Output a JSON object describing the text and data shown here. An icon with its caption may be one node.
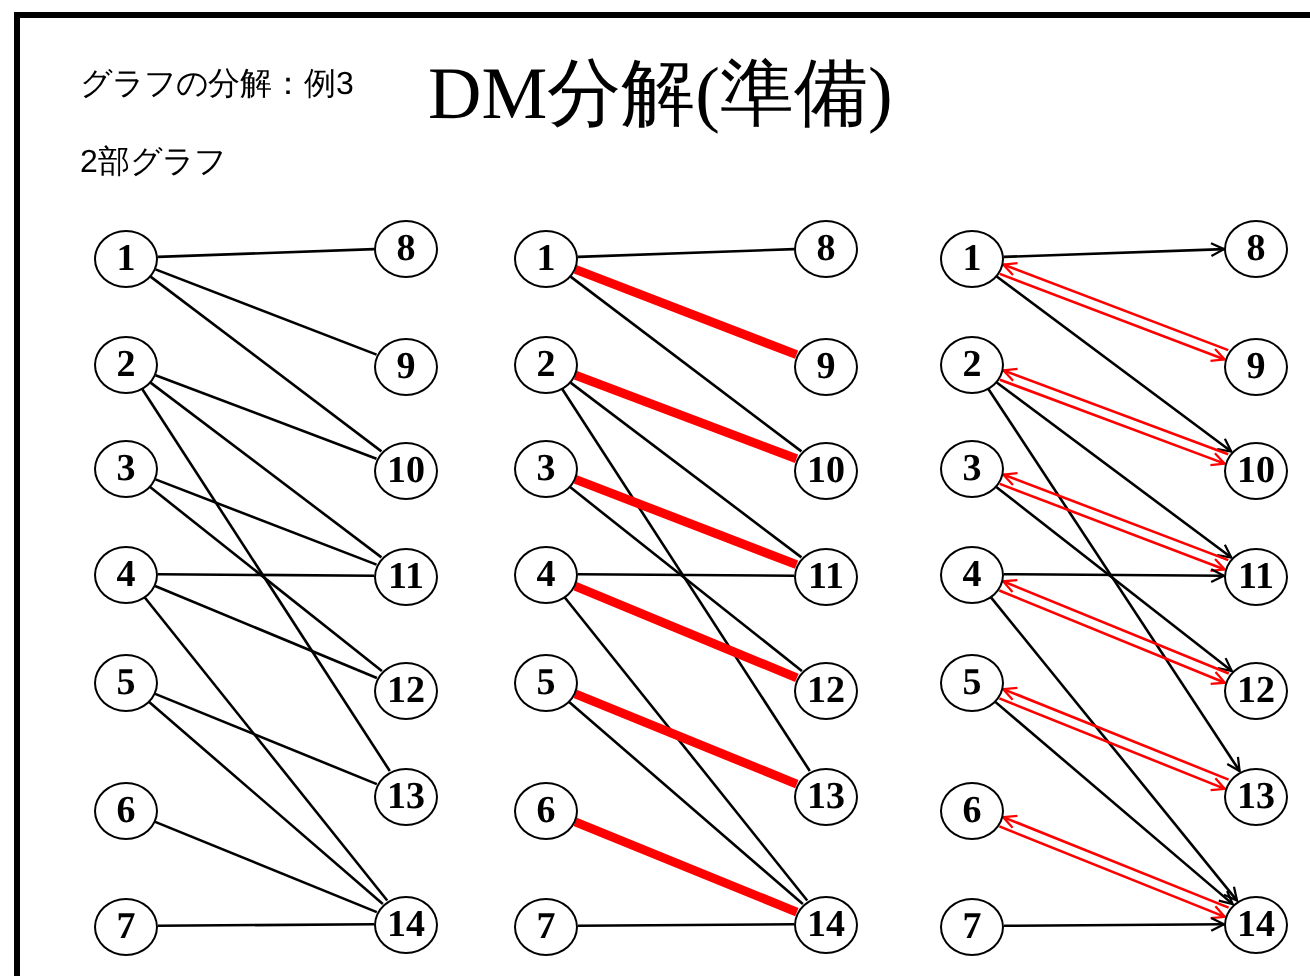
{
  "diagram": {
    "title": "DM分解(準備)",
    "nodes": [
      {
        "text": [
          "1"
        ]
      },
      {
        "text": [
          "2"
        ]
      },
      {
        "text": [
          "3"
        ]
      },
      {
        "text": [
          "4"
        ]
      },
      {
        "text": [
          "5"
        ]
      },
      {
        "text": [
          "6"
        ]
      },
      {
        "text": [
          "7"
        ]
      },
      {
        "text": [
          "8"
        ]
      },
      {
        "text": [
          "9"
        ]
      },
      {
        "text": [
          "10"
        ]
      },
      {
        "text": [
          "11"
        ]
      },
      {
        "text": [
          "12"
        ]
      },
      {
        "text": [
          "13"
        ]
      },
      {
        "text": [
          "14"
        ]
      },
      {
        "text": [
          "1"
        ]
      },
      {
        "text": [
          "2"
        ]
      },
      {
        "text": [
          "3"
        ]
      },
      {
        "text": [
          "4"
        ]
      },
      {
        "text": [
          "5"
        ]
      },
      {
        "text": [
          "6"
        ]
      },
      {
        "text": [
          "7"
        ]
      },
      {
        "text": [
          "8"
        ]
      },
      {
        "text": [
          "9"
        ]
      },
      {
        "text": [
          "10"
        ]
      },
      {
        "text": [
          "11"
        ]
      },
      {
        "text": [
          "12"
        ]
      },
      {
        "text": [
          "13"
        ]
      },
      {
        "text": [
          "14"
        ]
      },
      {
        "text": [
          "1"
        ]
      },
      {
        "text": [
          "2"
        ]
      },
      {
        "text": [
          "3"
        ]
      },
      {
        "text": [
          "4"
        ]
      },
      {
        "text": [
          "5"
        ]
      },
      {
        "text": [
          "6"
        ]
      },
      {
        "text": [
          "7"
        ]
      },
      {
        "text": [
          "8"
        ]
      },
      {
        "text": [
          "9"
        ]
      },
      {
        "text": [
          "10"
        ]
      },
      {
        "text": [
          "11"
        ]
      },
      {
        "text": [
          "12"
        ]
      },
      {
        "text": [
          "13"
        ]
      },
      {
        "text": [
          "14"
        ]
      }
    ],
    "edges": [
      {
        "from": 0,
        "to": 7,
        "arrow": "none"
      },
      {
        "from": 0,
        "to": 8,
        "arrow": "none"
      },
      {
        "from": 0,
        "to": 9,
        "arrow": "none"
      },
      {
        "from": 1,
        "to": 9,
        "arrow": "none"
      },
      {
        "from": 1,
        "to": 10,
        "arrow": "none"
      },
      {
        "from": 1,
        "to": 12,
        "arrow": "none"
      },
      {
        "from": 2,
        "to": 10,
        "arrow": "none"
      },
      {
        "from": 2,
        "to": 11,
        "arrow": "none"
      },
      {
        "from": 3,
        "to": 10,
        "arrow": "none"
      },
      {
        "from": 3,
        "to": 11,
        "arrow": "none"
      },
      {
        "from": 3,
        "to": 13,
        "arrow": "none"
      },
      {
        "from": 4,
        "to": 12,
        "arrow": "none"
      },
      {
        "from": 4,
        "to": 13,
        "arrow": "none"
      },
      {
        "from": 5,
        "to": 13,
        "arrow": "none"
      },
      {
        "from": 6,
        "to": 13,
        "arrow": "none"
      },
      {
        "from": 14,
        "to": 21,
        "arrow": "none"
      },
      {
        "from": 14,
        "to": 22,
        "arrow": "none",
        "style": "thick",
        "color": "#ff0000"
      },
      {
        "from": 14,
        "to": 23,
        "arrow": "none"
      },
      {
        "from": 15,
        "to": 23,
        "arrow": "none",
        "style": "thick",
        "color": "#ff0000"
      },
      {
        "from": 15,
        "to": 24,
        "arrow": "none"
      },
      {
        "from": 15,
        "to": 26,
        "arrow": "none"
      },
      {
        "from": 16,
        "to": 24,
        "arrow": "none",
        "style": "thick",
        "color": "#ff0000"
      },
      {
        "from": 16,
        "to": 25,
        "arrow": "none"
      },
      {
        "from": 17,
        "to": 24,
        "arrow": "none"
      },
      {
        "from": 17,
        "to": 25,
        "arrow": "none",
        "style": "thick",
        "color": "#ff0000"
      },
      {
        "from": 17,
        "to": 27,
        "arrow": "none"
      },
      {
        "from": 18,
        "to": 26,
        "arrow": "none",
        "style": "thick",
        "color": "#ff0000"
      },
      {
        "from": 18,
        "to": 27,
        "arrow": "none"
      },
      {
        "from": 19,
        "to": 27,
        "arrow": "none",
        "style": "thick",
        "color": "#ff0000"
      },
      {
        "from": 20,
        "to": 27,
        "arrow": "none"
      },
      {
        "from": 28,
        "to": 35,
        "arrow": "to"
      },
      {
        "from": 28,
        "to": 36,
        "arrow": "to",
        "color": "#ff0000"
      },
      {
        "from": 36,
        "to": 28,
        "arrow": "to",
        "color": "#ff0000"
      },
      {
        "from": 28,
        "to": 37,
        "arrow": "to"
      },
      {
        "from": 29,
        "to": 37,
        "arrow": "to",
        "color": "#ff0000"
      },
      {
        "from": 37,
        "to": 29,
        "arrow": "to",
        "color": "#ff0000"
      },
      {
        "from": 29,
        "to": 38,
        "arrow": "to"
      },
      {
        "from": 29,
        "to": 40,
        "arrow": "to"
      },
      {
        "from": 30,
        "to": 38,
        "arrow": "to",
        "color": "#ff0000"
      },
      {
        "from": 38,
        "to": 30,
        "arrow": "to",
        "color": "#ff0000"
      },
      {
        "from": 30,
        "to": 39,
        "arrow": "to"
      },
      {
        "from": 31,
        "to": 38,
        "arrow": "to"
      },
      {
        "from": 31,
        "to": 39,
        "arrow": "to",
        "color": "#ff0000"
      },
      {
        "from": 39,
        "to": 31,
        "arrow": "to",
        "color": "#ff0000"
      },
      {
        "from": 31,
        "to": 41,
        "arrow": "to"
      },
      {
        "from": 32,
        "to": 40,
        "arrow": "to",
        "color": "#ff0000"
      },
      {
        "from": 40,
        "to": 32,
        "arrow": "to",
        "color": "#ff0000"
      },
      {
        "from": 32,
        "to": 41,
        "arrow": "to"
      },
      {
        "from": 33,
        "to": 41,
        "arrow": "to",
        "color": "#ff0000"
      },
      {
        "from": 41,
        "to": 33,
        "arrow": "to",
        "color": "#ff0000"
      },
      {
        "from": 34,
        "to": 41,
        "arrow": "to"
      }
    ],
    "labels": [
      "グラフの分解：例3",
      "2部グラフ"
    ]
  }
}
